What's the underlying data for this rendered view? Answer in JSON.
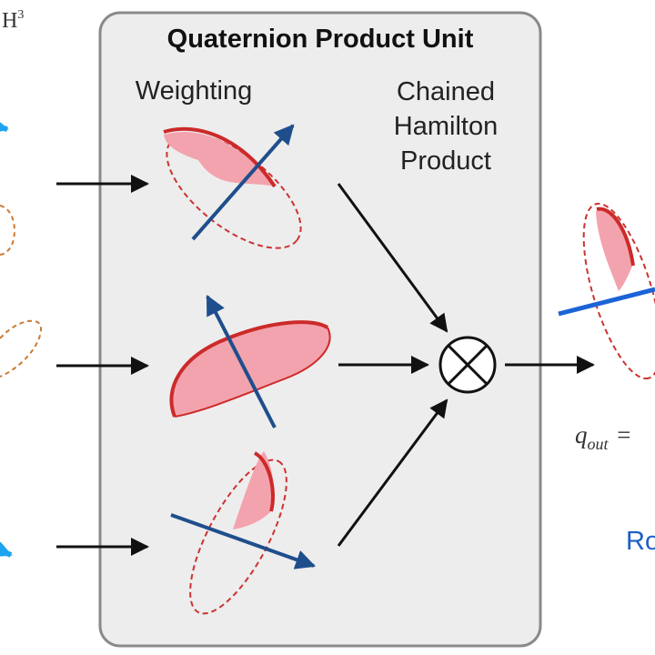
{
  "unit_title": "Quaternion Product Unit",
  "weighting_label": "Weighting",
  "product_label": {
    "line1": "Chained",
    "line2": "Hamilton",
    "line3": "Product"
  },
  "input_space": {
    "symbol": "H",
    "exponent": "3"
  },
  "output_formula": {
    "symbol": "q",
    "subscript": "out",
    "operator": "="
  },
  "cut_label": "Ro",
  "operator_symbol": "⊗",
  "colors": {
    "panel_fill": "#ededed",
    "panel_stroke": "#8a8a8a",
    "arrow_black": "#111111",
    "axis_blue": "#1f4e8c",
    "bright_blue": "#1b63d6",
    "light_blue": "#1fa3ee",
    "rotation_red": "#cc2a2a",
    "rotation_fill": "#f3a3ad",
    "dashed_red": "#cc3333",
    "dashed_orange": "#cc7a33",
    "text_blue": "#1c5fc4"
  }
}
